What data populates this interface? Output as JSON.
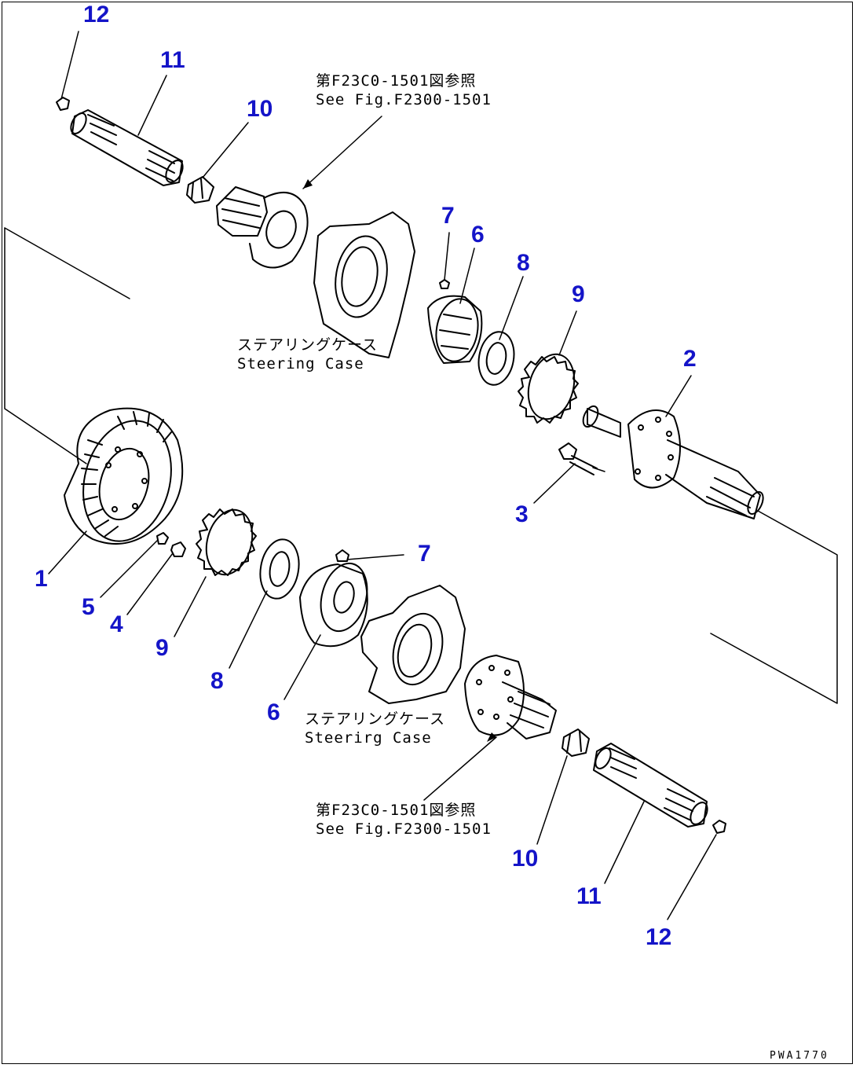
{
  "drawing_code": "PWA1770",
  "callouts": [
    {
      "id": "c12a",
      "text": "12"
    },
    {
      "id": "c11a",
      "text": "11"
    },
    {
      "id": "c10a",
      "text": "10"
    },
    {
      "id": "c7a",
      "text": "7"
    },
    {
      "id": "c6a",
      "text": "6"
    },
    {
      "id": "c8a",
      "text": "8"
    },
    {
      "id": "c9a",
      "text": "9"
    },
    {
      "id": "c2",
      "text": "2"
    },
    {
      "id": "c3",
      "text": "3"
    },
    {
      "id": "c1",
      "text": "1"
    },
    {
      "id": "c5",
      "text": "5"
    },
    {
      "id": "c4",
      "text": "4"
    },
    {
      "id": "c9b",
      "text": "9"
    },
    {
      "id": "c8b",
      "text": "8"
    },
    {
      "id": "c7b",
      "text": "7"
    },
    {
      "id": "c6b",
      "text": "6"
    },
    {
      "id": "c10b",
      "text": "10"
    },
    {
      "id": "c11b",
      "text": "11"
    },
    {
      "id": "c12b",
      "text": "12"
    }
  ],
  "notes": {
    "ref_top_jp": "第F23C0-1501図参照",
    "ref_top_en": "See Fig.F2300-1501",
    "case_top_jp": "ステアリングケース",
    "case_top_en": "Steering Case",
    "case_bottom_jp": "ステアリングケース",
    "case_bottom_en": "Steerirg Case",
    "ref_bottom_jp": "第F23C0-1501図参照",
    "ref_bottom_en": "See Fig.F2300-1501"
  }
}
